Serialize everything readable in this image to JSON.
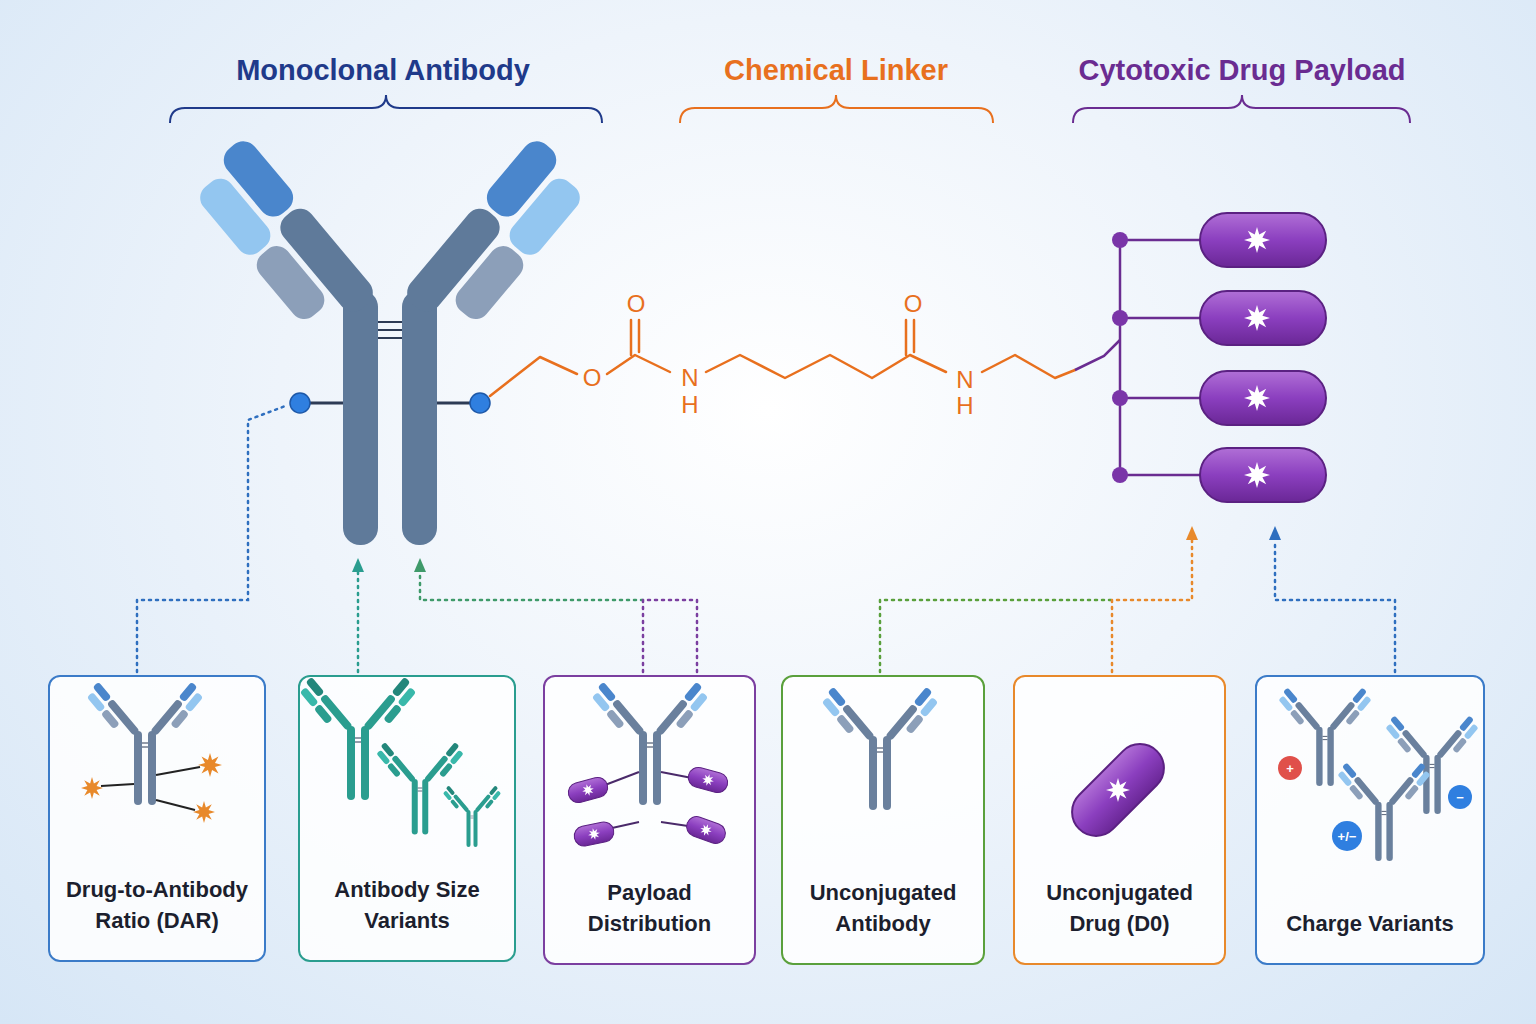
{
  "diagram": {
    "nodes": [
      {
        "text": [
          "Drug-to-Antibody Ratio (DAR)"
        ]
      },
      {
        "text": [
          "Antibody Size Variants"
        ]
      },
      {
        "text": [
          "Payload Distribution"
        ]
      },
      {
        "text": [
          "Unconjugated Antibody"
        ]
      },
      {
        "text": [
          "Unconjugated Drug (D0)"
        ]
      },
      {
        "text": [
          "Charge Variants"
        ]
      }
    ],
    "labels": [
      "Monoclonal Antibody",
      "Chemical Linker",
      "Cytotoxic Drug Payload",
      "O",
      "O",
      "N",
      "H",
      "O",
      "N",
      "H",
      "+",
      "−",
      "+/−"
    ]
  }
}
